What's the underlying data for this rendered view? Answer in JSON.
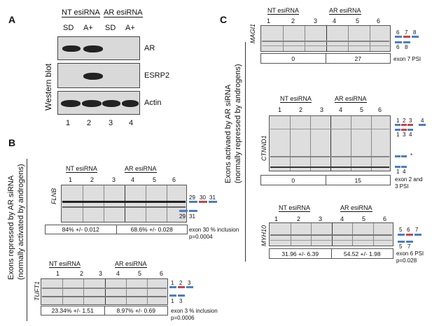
{
  "panel_a": {
    "letter": "A",
    "group1": "NT esiRNA",
    "group2": "AR esiRNA",
    "lane_headers": [
      "SD",
      "A+",
      "SD",
      "A+"
    ],
    "side_label": "Western blot",
    "blots": [
      "AR",
      "ESRP2",
      "Actin"
    ],
    "lane_numbers": [
      "1",
      "2",
      "3",
      "4"
    ]
  },
  "panel_b": {
    "letter": "B",
    "side_label_1": "Exons repressed by AR siRNA",
    "side_label_2": "(normally activated by androgens)",
    "gels": [
      {
        "group1": "NT esiRNA",
        "group2": "AR esiRNA",
        "lanes": [
          "1",
          "2",
          "3",
          "4",
          "5",
          "6"
        ],
        "gene": "FLNB",
        "exons_top": [
          "29",
          "30",
          "31"
        ],
        "exons_bottom": [
          "29",
          "31"
        ],
        "value1": "84% +/- 0.012",
        "value2": "68.6% +/- 0.028",
        "note": "exon 30 % inclusion",
        "pval": "p=0.0004"
      },
      {
        "group1": "NT esiRNA",
        "group2": "AR esiRNA",
        "lanes": [
          "1",
          "2",
          "3",
          "4",
          "5",
          "6"
        ],
        "gene": "TUFT1",
        "exons_top": [
          "1",
          "2",
          "3"
        ],
        "exons_bottom": [
          "1",
          "3"
        ],
        "value1": "23.34% +/- 1.51",
        "value2": "8.97% +/- 0.69",
        "note": "exon 3 % inclusion",
        "pval": "p=0.0006"
      }
    ]
  },
  "panel_c": {
    "letter": "C",
    "side_label_1": "Exons activaed by AR siRNA",
    "side_label_2": "(normally repressed by androgens)",
    "gels": [
      {
        "group1": "NT esiRNA",
        "group2": "AR esiRNA",
        "lanes": [
          "1",
          "2",
          "3",
          "4",
          "5",
          "6"
        ],
        "gene": "MAGI1",
        "exons_top": [
          "6",
          "7",
          "8"
        ],
        "exons_bottom": [
          "6",
          "8"
        ],
        "value1": "0",
        "value2": "27",
        "note": "exon 7 PSI"
      },
      {
        "group1": "NT esiRNA",
        "group2": "AR esiRNA",
        "lanes": [
          "1",
          "2",
          "3",
          "4",
          "5",
          "6"
        ],
        "gene": "CTNND1",
        "exons_top": [
          "1",
          "2",
          "3",
          "4"
        ],
        "exons_mid": [
          "1",
          "3",
          "4"
        ],
        "exons_bottom": [
          "1",
          "4"
        ],
        "star": "*",
        "value1": "0",
        "value2": "15",
        "note_1": "exon 2 and",
        "note_2": "3 PSI"
      },
      {
        "group1": "NT esiRNA",
        "group2": "AR esiRNA",
        "lanes": [
          "1",
          "2",
          "3",
          "4",
          "5",
          "6"
        ],
        "gene": "MYH10",
        "exons_top": [
          "5",
          "6",
          "7"
        ],
        "exons_bottom": [
          "5",
          "7"
        ],
        "value1": "31.96 +/- 6.39",
        "value2": "54.52 +/- 1.98",
        "note": "exon 6 PSI",
        "pval": "p=0.028"
      }
    ]
  },
  "colors": {
    "exon_constitutive": "#4a7fc1",
    "exon_alternative": "#c6444a"
  }
}
